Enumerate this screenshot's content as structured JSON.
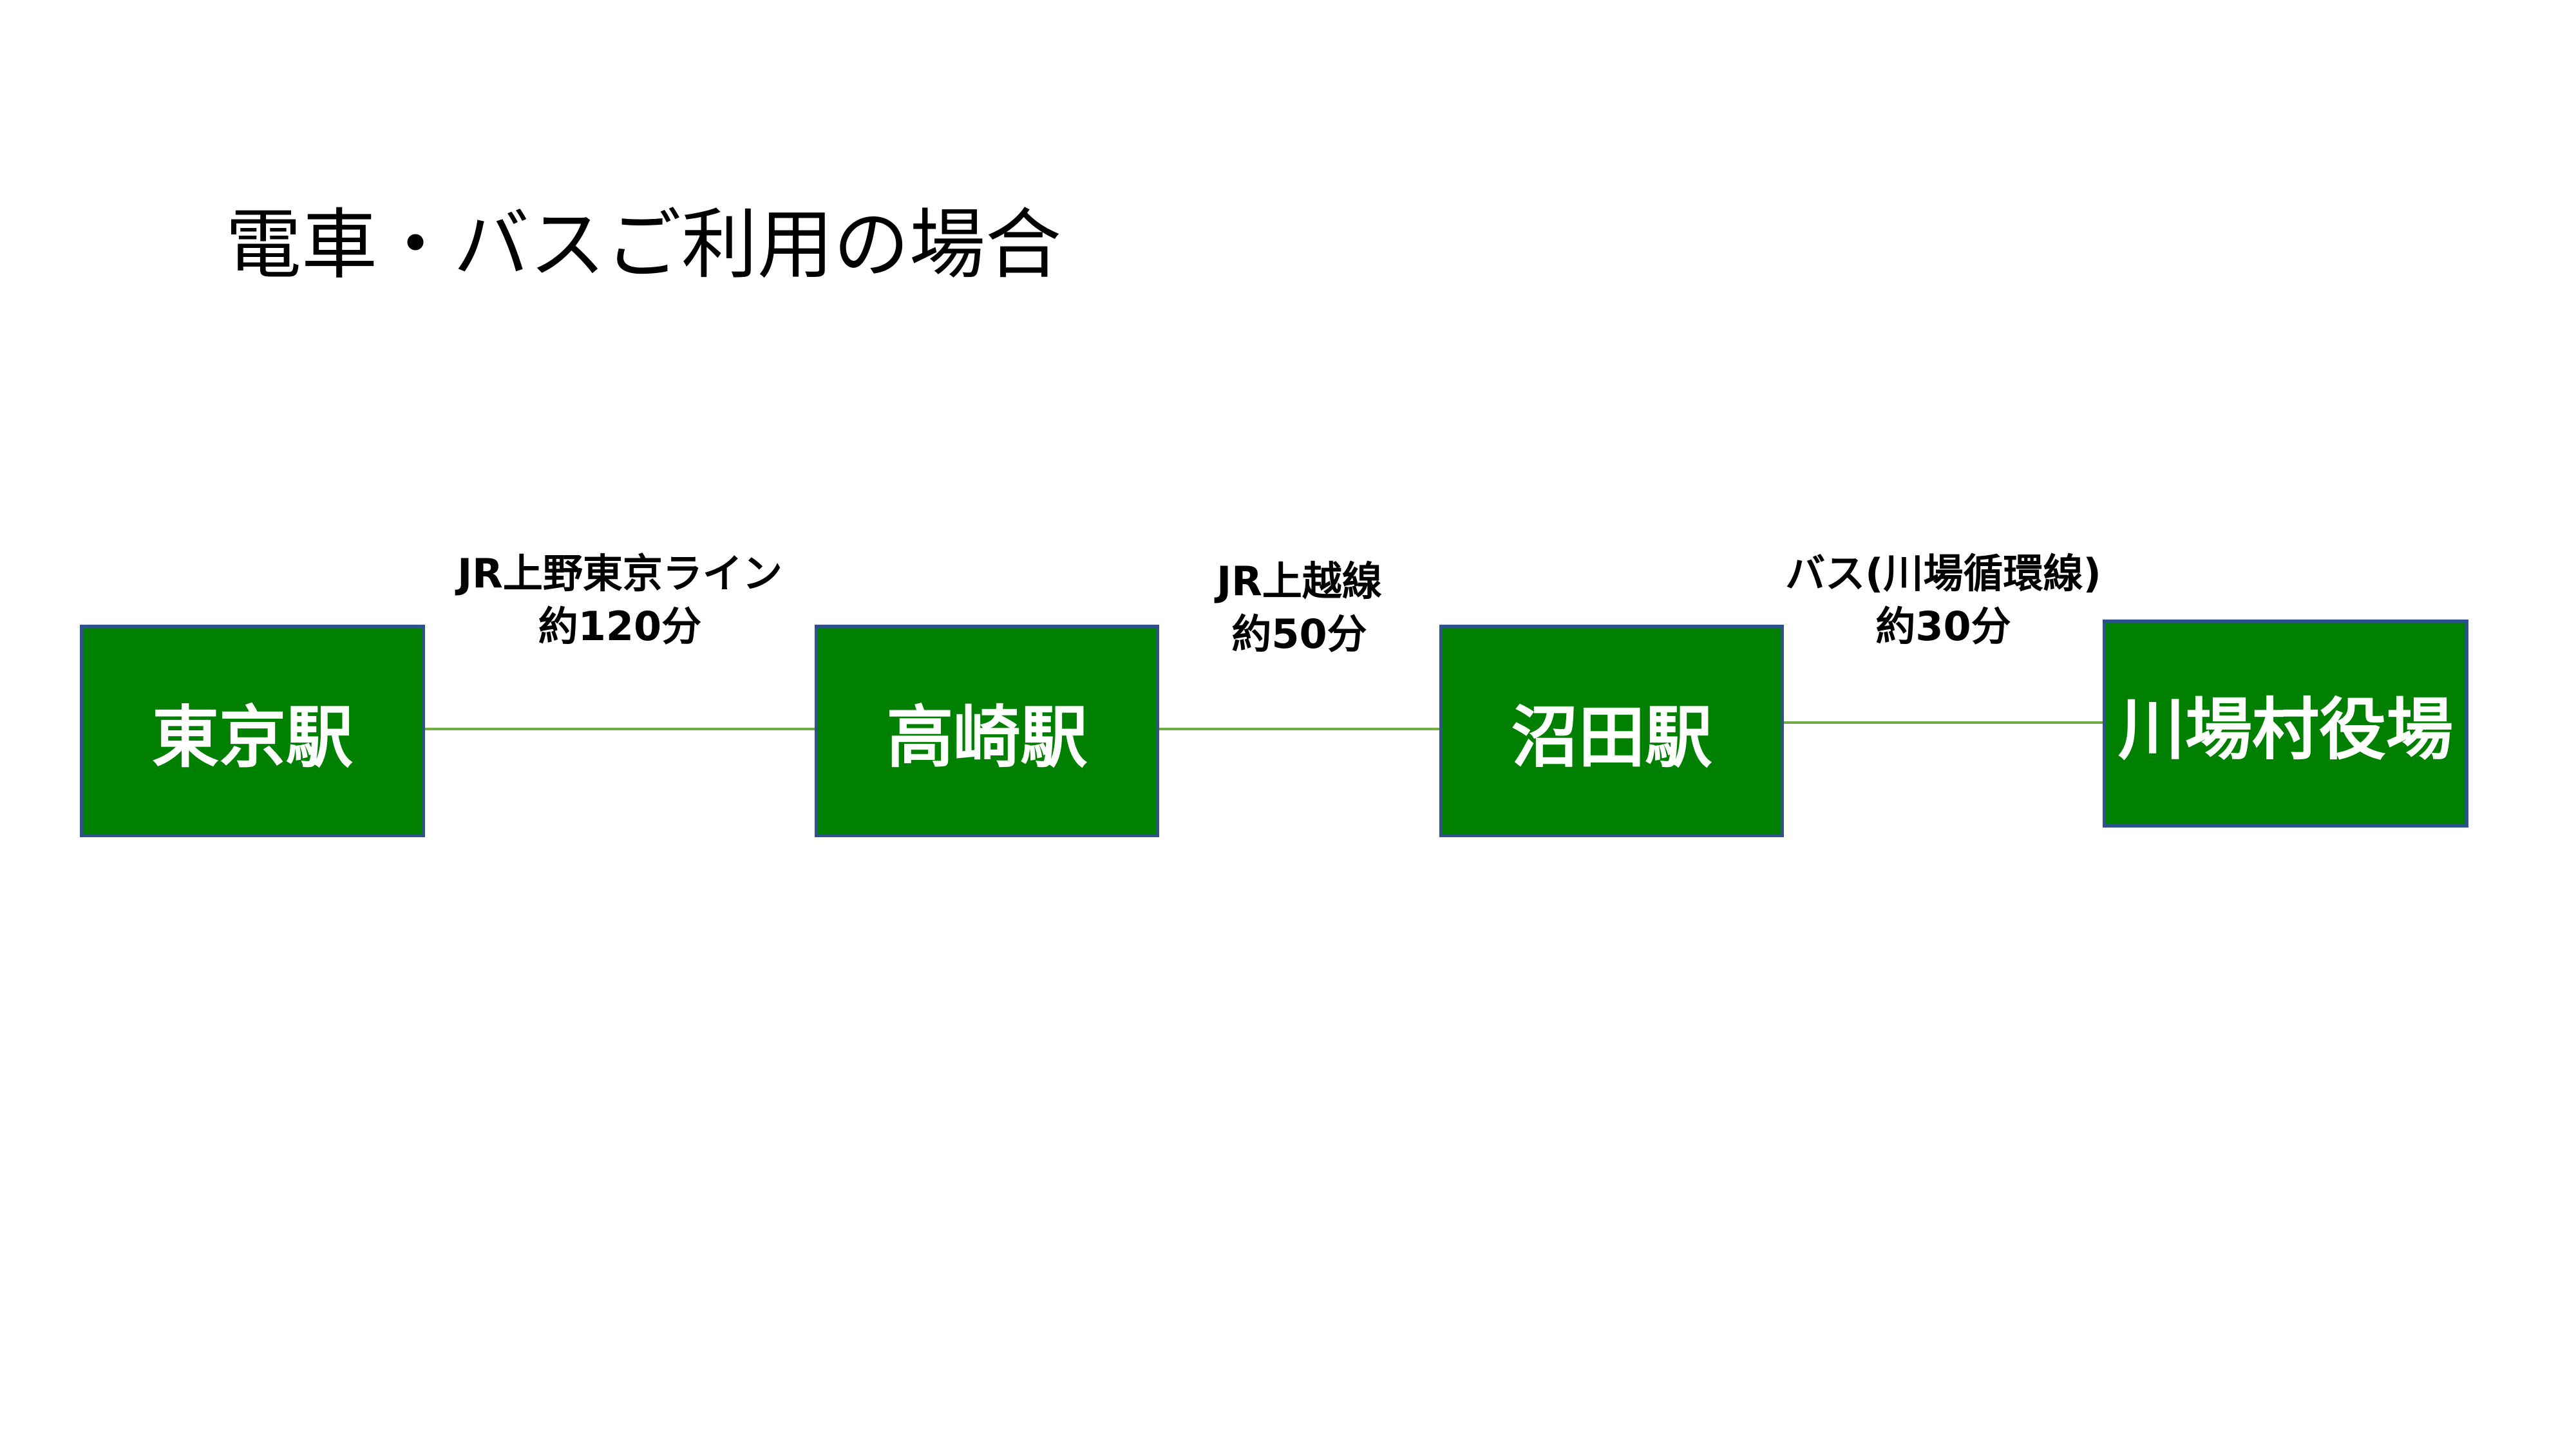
{
  "title": "電車・バスご利用の場合",
  "colors": {
    "station_fill": "#008000",
    "station_border": "#2f528f",
    "connector": "#70ad47",
    "station_text": "#ffffff"
  },
  "stations": [
    {
      "label": "東京駅"
    },
    {
      "label": "高崎駅"
    },
    {
      "label": "沼田駅"
    },
    {
      "label": "川場村役場"
    }
  ],
  "routes": [
    {
      "line": "JR上野東京ライン",
      "duration": "約120分"
    },
    {
      "line": "JR上越線",
      "duration": "約50分"
    },
    {
      "line": "バス(川場循環線)",
      "duration": "約30分"
    }
  ]
}
